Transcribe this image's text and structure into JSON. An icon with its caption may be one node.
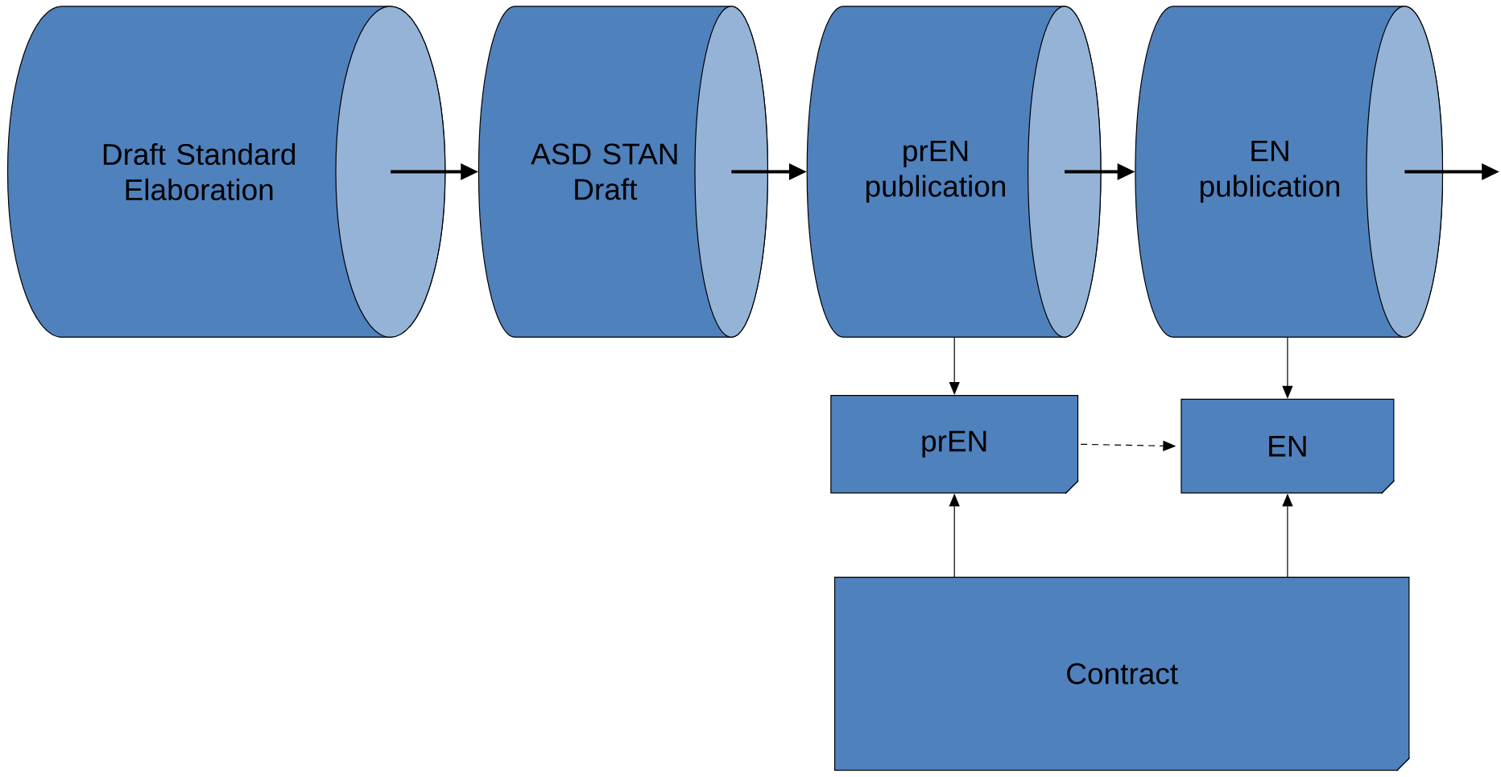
{
  "diagram": {
    "nodes": [
      {
        "text": [
          "Draft Standard Elaboration"
        ]
      },
      {
        "text": [
          "ASD STAN Draft"
        ]
      },
      {
        "text": [
          "prEN publication"
        ]
      },
      {
        "text": [
          "EN publication"
        ]
      },
      {
        "text": [
          "prEN"
        ]
      },
      {
        "text": [
          "EN"
        ]
      },
      {
        "text": [
          "Contract"
        ]
      }
    ],
    "edges": [
      {
        "from": 0,
        "to": 1,
        "arrow": "to",
        "style": "thick"
      },
      {
        "from": 1,
        "to": 2,
        "arrow": "to",
        "style": "thick"
      },
      {
        "from": 2,
        "to": 3,
        "arrow": "to",
        "style": "thick"
      },
      {
        "from": 3,
        "to": null,
        "arrow": "to",
        "style": "thick"
      },
      {
        "from": 2,
        "to": 4,
        "arrow": "to"
      },
      {
        "from": 3,
        "to": 5,
        "arrow": "to"
      },
      {
        "from": 4,
        "to": 5,
        "arrow": "to",
        "style": "dashed"
      },
      {
        "from": 6,
        "to": 4,
        "arrow": "to"
      },
      {
        "from": 6,
        "to": 5,
        "arrow": "to"
      }
    ]
  }
}
